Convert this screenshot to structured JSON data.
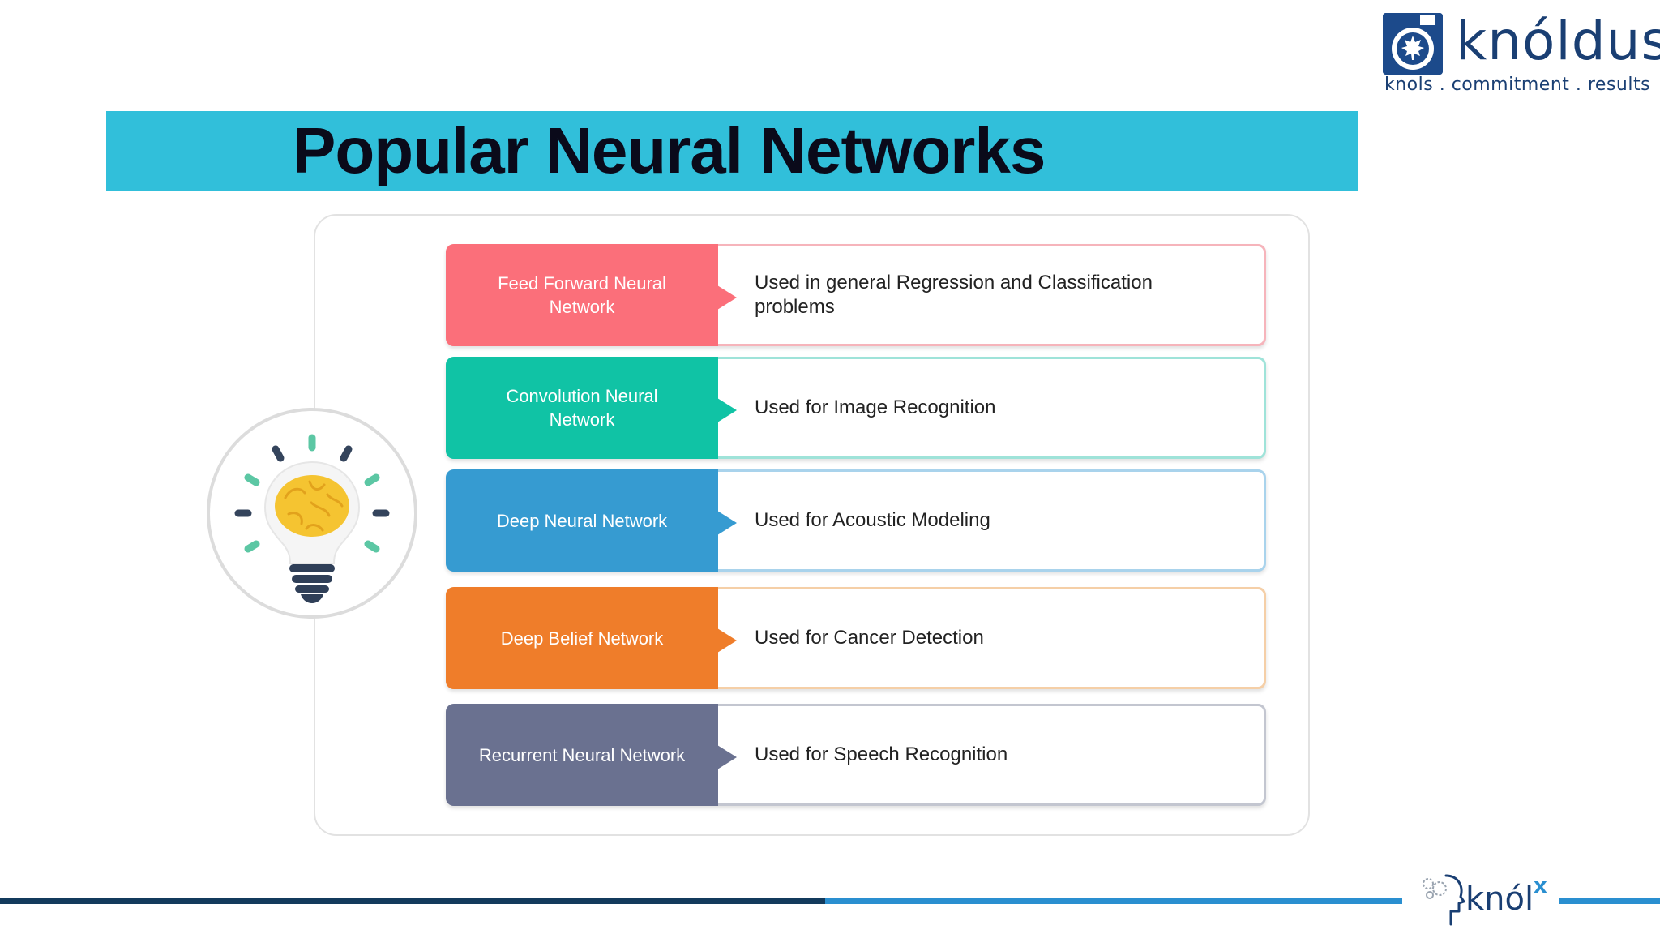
{
  "brand": {
    "name": "knóldus",
    "tagline": "knols . commitment . results",
    "footer_logo": "knól",
    "footer_logo_sup": "x"
  },
  "slide": {
    "title": "Popular Neural Networks"
  },
  "networks": [
    {
      "name": "Feed Forward Neural Network",
      "use": "Used in general Regression and Classification problems",
      "color": "#fb6f7a",
      "border": "#f6b4bb"
    },
    {
      "name": "Convolution Neural Network",
      "use": "Used for Image Recognition",
      "color": "#10c3a5",
      "border": "#9fe3d9"
    },
    {
      "name": "Deep Neural Network",
      "use": "Used for Acoustic Modeling",
      "color": "#369bd1",
      "border": "#a9d3ec"
    },
    {
      "name": "Deep Belief Network",
      "use": "Used for Cancer Detection",
      "color": "#ef7d2a",
      "border": "#f5cfa7"
    },
    {
      "name": "Recurrent Neural Network",
      "use": "Used for Speech Recognition",
      "color": "#6a7190",
      "border": "#c3c6d0"
    }
  ],
  "icons": {
    "illustration": "lightbulb-brain-icon",
    "logo": "maple-leaf-camera-icon"
  },
  "colors": {
    "title_bar": "#31bfda",
    "rule_dark": "#133a5c",
    "rule_light": "#2a8fd0"
  }
}
